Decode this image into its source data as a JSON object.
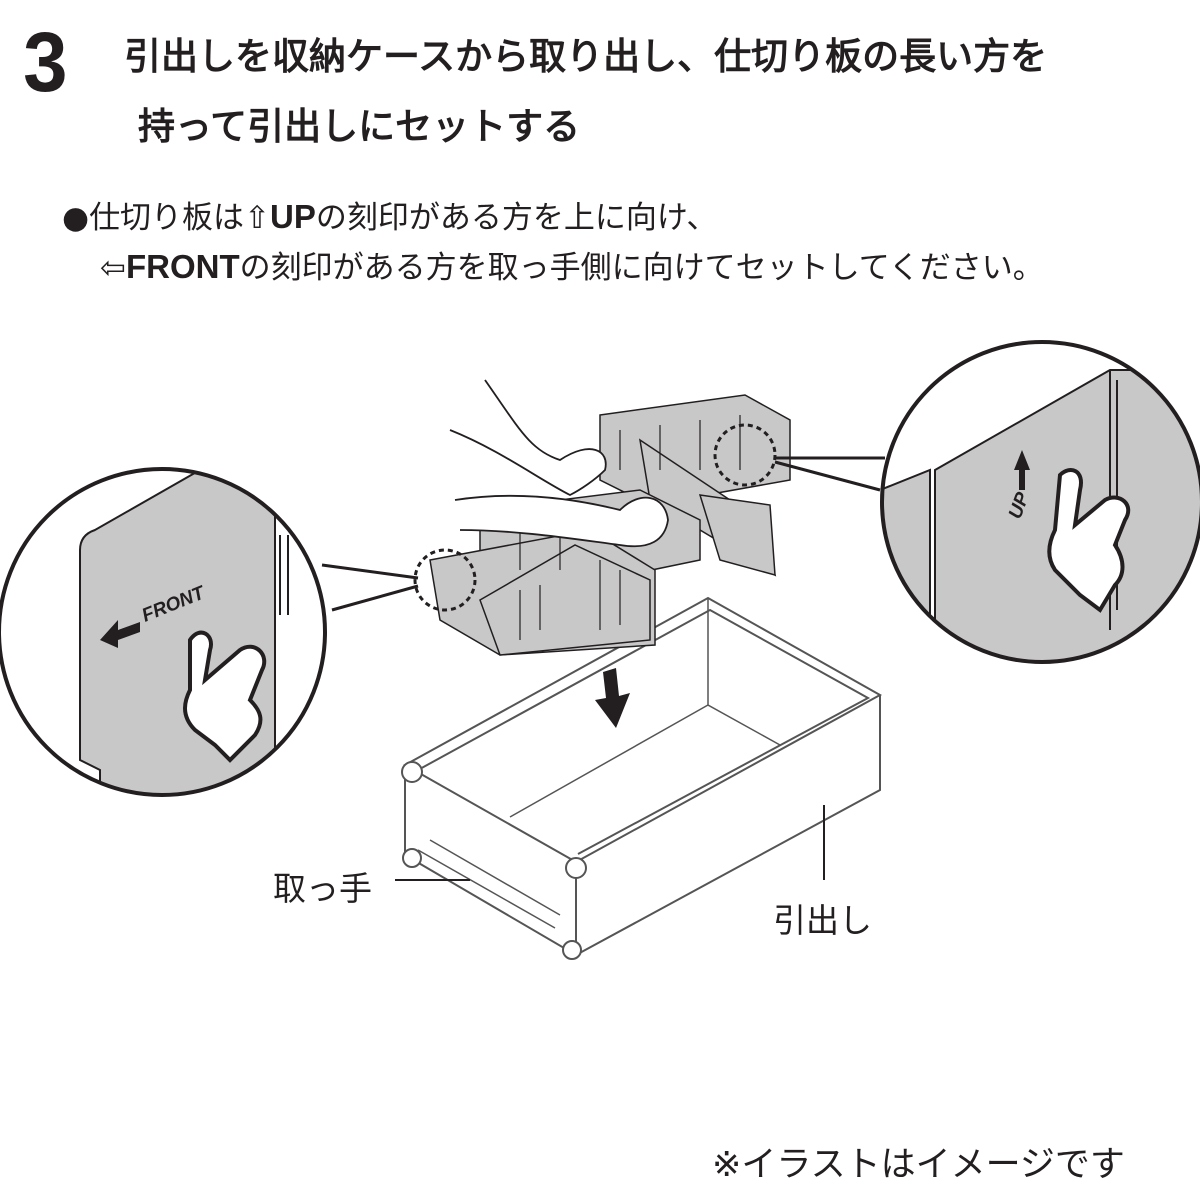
{
  "step": {
    "number": "3",
    "title_line1": "引出しを収納ケースから取り出し、仕切り板の長い方を",
    "title_line2": "持って引出しにセットする"
  },
  "note": {
    "bullet": "●",
    "line1_a": "仕切り板は",
    "up_arrow": "⇧",
    "up_mark": "UP",
    "line1_b": "の刻印がある方を上に向け、",
    "front_arrow": "⇦",
    "front_mark": "FRONT",
    "line2_b": "の刻印がある方を取っ手側に向けてセットしてください。"
  },
  "illustration": {
    "zoom_left_text": "FRONT",
    "zoom_right_text": "UP",
    "label_handle": "取っ手",
    "label_drawer": "引出し",
    "panel_color": "#c8c8c8",
    "line_color": "#231f20"
  },
  "footnote": "※イラストはイメージです"
}
